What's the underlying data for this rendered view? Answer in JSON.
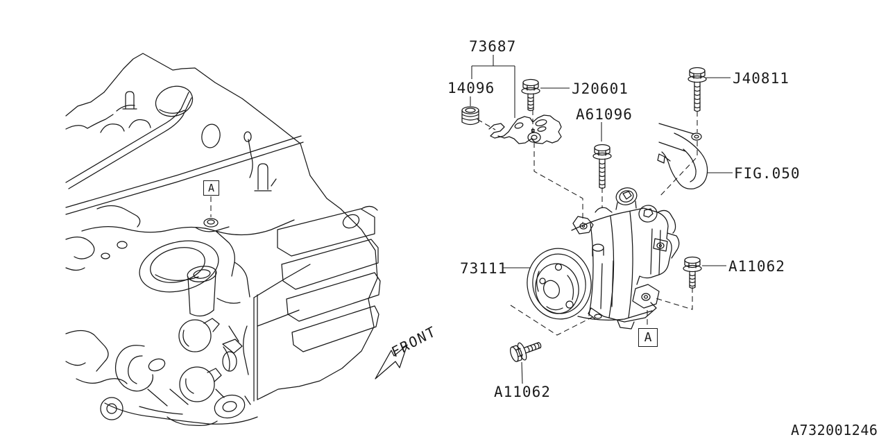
{
  "diagram": {
    "doc_number": "A732001246",
    "front_indicator": "FRONT",
    "detail_marker": "A",
    "labels": {
      "part_73687": "73687",
      "part_14096": "14096",
      "part_j20601": "J20601",
      "part_a61096": "A61096",
      "part_j40811": "J40811",
      "fig_ref": "FIG.050",
      "part_73111": "73111",
      "part_a11062_right": "A11062",
      "part_a11062_bottom": "A11062"
    }
  }
}
